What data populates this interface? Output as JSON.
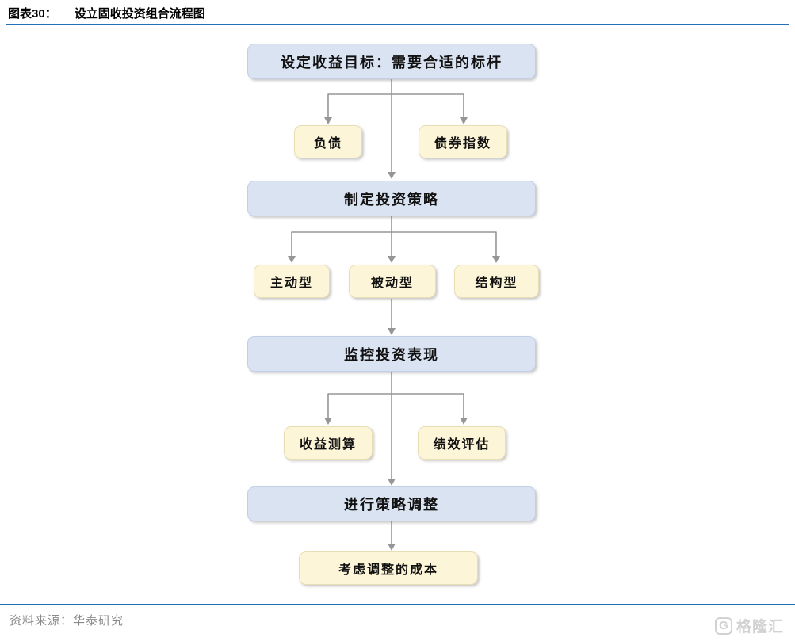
{
  "header": {
    "figure_label": "图表30：",
    "figure_title": "设立固收投资组合流程图"
  },
  "colors": {
    "rule_blue": "#2470B6",
    "box_blue_fill": "#DAE3F1",
    "box_yellow_fill": "#FDF5D8",
    "connector_gray": "#969696",
    "source_gray": "#8A8A8A",
    "watermark_gray": "#D2D2D2"
  },
  "flow": {
    "main_steps": [
      {
        "label": "设定收益目标：需要合适的标杆"
      },
      {
        "label": "制定投资策略"
      },
      {
        "label": "监控投资表现"
      },
      {
        "label": "进行策略调整"
      }
    ],
    "benchmark_branch": [
      {
        "label": "负债"
      },
      {
        "label": "债券指数"
      }
    ],
    "strategy_branch": [
      {
        "label": "主动型"
      },
      {
        "label": "被动型"
      },
      {
        "label": "结构型"
      }
    ],
    "monitor_branch": [
      {
        "label": "收益测算"
      },
      {
        "label": "绩效评估"
      }
    ],
    "final_step": {
      "label": "考虑调整的成本"
    }
  },
  "footer": {
    "source": "资料来源：华泰研究",
    "watermark_icon": "G",
    "watermark_text": "格隆汇"
  }
}
